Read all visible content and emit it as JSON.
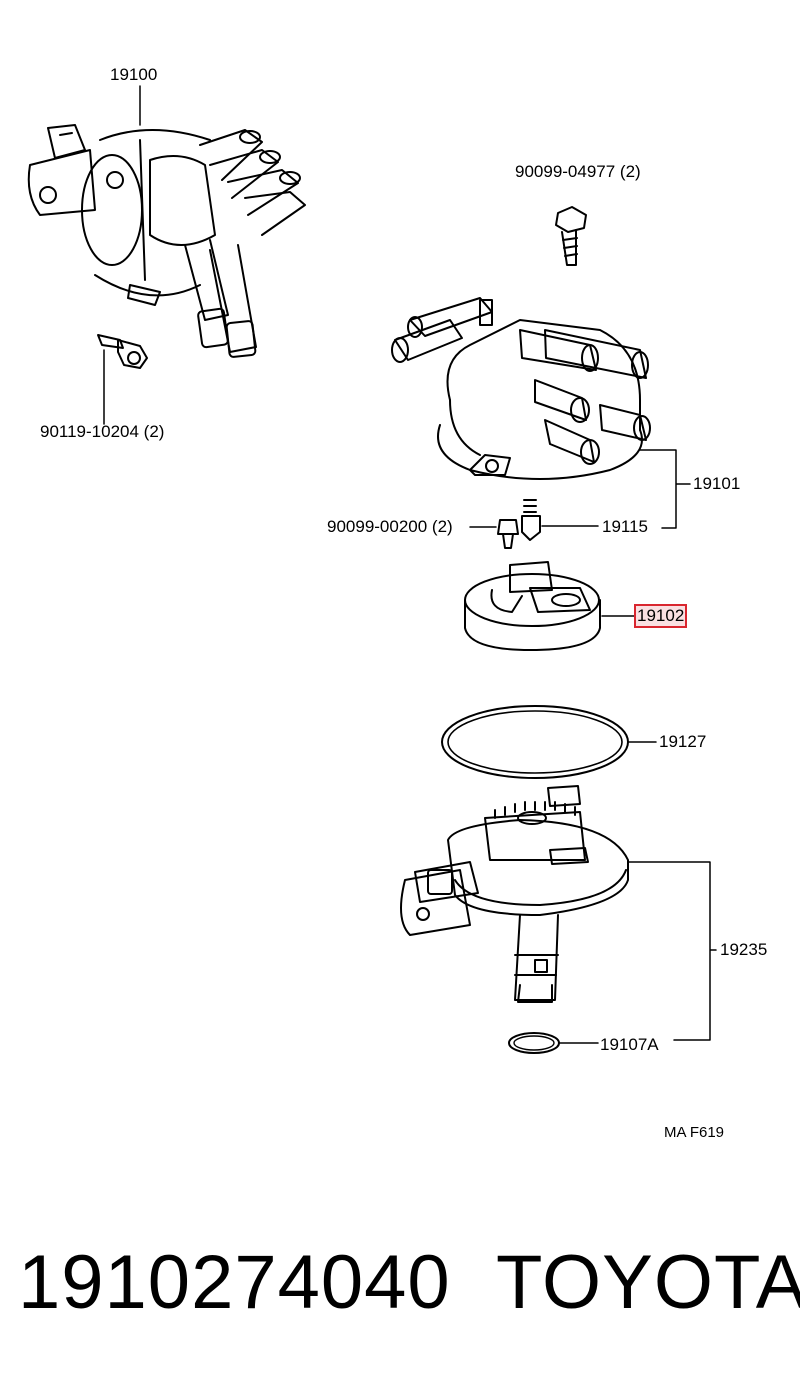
{
  "callouts": {
    "c19100": "19100",
    "c90099_04977": "90099-04977 (2)",
    "c90119_10204": "90119-10204 (2)",
    "c19101": "19101",
    "c90099_00200": "90099-00200 (2)",
    "c19115": "19115",
    "c19102": "19102",
    "c19127": "19127",
    "c19235": "19235",
    "c19107A": "19107A"
  },
  "highlighted_callout": "19102",
  "reference_code": "MA F619",
  "footer": {
    "part_number": "1910274040",
    "brand": "TOYOTA"
  },
  "colors": {
    "line": "#000000",
    "highlight": "#d9262f",
    "background": "#ffffff"
  }
}
